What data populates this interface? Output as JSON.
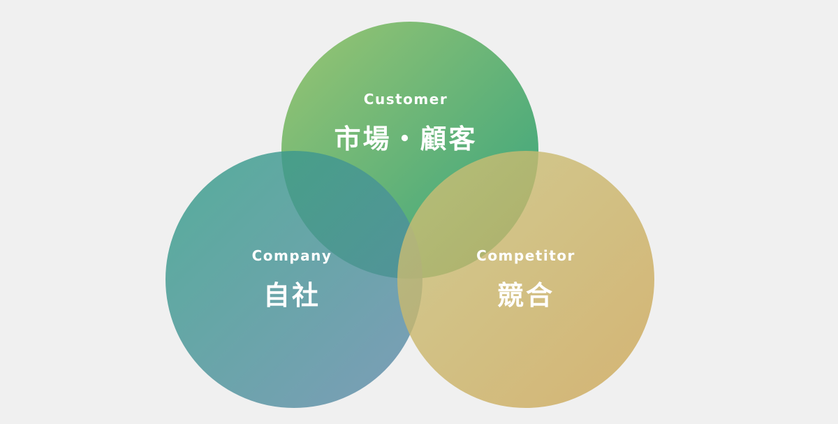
{
  "diagram": {
    "circles": [
      {
        "id": "customer",
        "en": "Customer",
        "jp": "市場・顧客",
        "color_start": "#97c46e",
        "color_end": "#2ea07b"
      },
      {
        "id": "company",
        "en": "Company",
        "jp": "自社",
        "color_start": "#2f9c85",
        "color_end": "#6088aa"
      },
      {
        "id": "competitor",
        "en": "Competitor",
        "jp": "競合",
        "color_start": "#c8c27a",
        "color_end": "#cda555"
      }
    ]
  }
}
